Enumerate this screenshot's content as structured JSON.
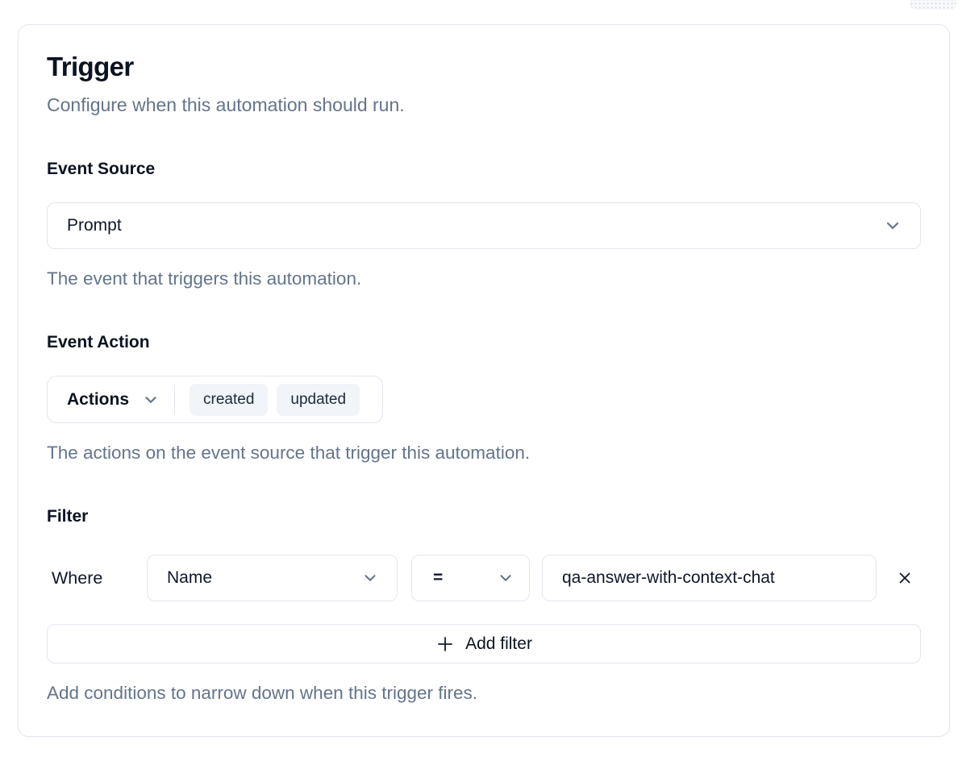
{
  "header": {
    "title": "Trigger",
    "subtitle": "Configure when this automation should run."
  },
  "event_source": {
    "label": "Event Source",
    "value": "Prompt",
    "help": "The event that triggers this automation."
  },
  "event_action": {
    "label": "Event Action",
    "trigger_label": "Actions",
    "selected": [
      "created",
      "updated"
    ],
    "help": "The actions on the event source that trigger this automation."
  },
  "filter": {
    "label": "Filter",
    "where_label": "Where",
    "field_value": "Name",
    "operator_value": "=",
    "input_value": "qa-answer-with-context-chat",
    "add_button_label": "Add filter",
    "help": "Add conditions to narrow down when this trigger fires."
  },
  "icons": {
    "dropdown": "chevron-down",
    "remove": "x",
    "add": "plus"
  },
  "colors": {
    "card_border": "#e4e6ec",
    "control_border": "#e3e6ee",
    "text_dark": "#0b1220",
    "text_muted": "#64748b",
    "badge_background": "#f1f4f9",
    "icon_gray": "#64748b"
  }
}
